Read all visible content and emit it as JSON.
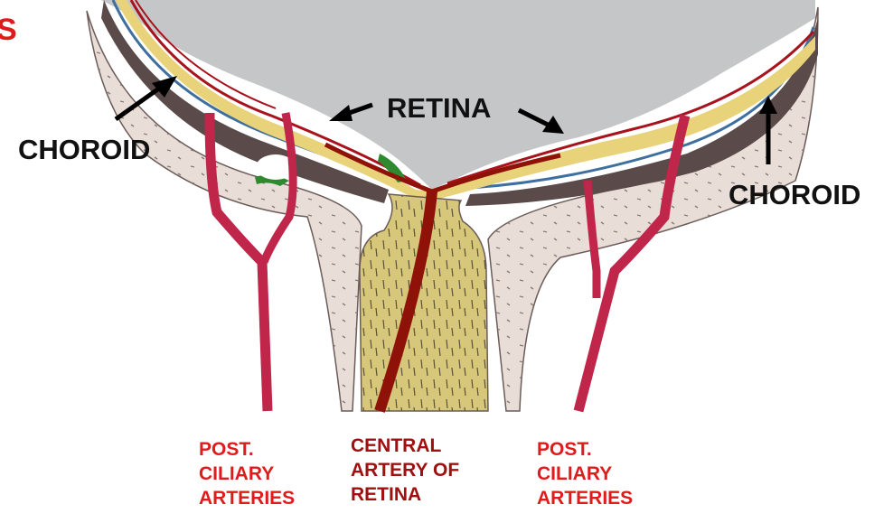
{
  "colors": {
    "sclera": "#e9ddd8",
    "choroid": "#5a4a4a",
    "choroid_blue": "#3f6f9e",
    "retina": "#e8d27a",
    "artery": "#c0254a",
    "central_artery": "#8e1208",
    "vitreous": "#c4c6c8",
    "nerve": "#d7c77b",
    "label_red": "#e01b1b",
    "label_dark_red": "#a11010",
    "label_black": "#111111"
  },
  "corner_fragment": "S",
  "labels": {
    "choroid_left": "CHOROID",
    "choroid_right": "CHOROID",
    "retina": "RETINA",
    "post_ciliary_left": [
      "POST.",
      "CILIARY",
      "ARTERIES"
    ],
    "central_artery": [
      "CENTRAL",
      "ARTERY OF",
      "RETINA"
    ],
    "post_ciliary_right": [
      "POST.",
      "CILIARY",
      "ARTERIES"
    ]
  }
}
